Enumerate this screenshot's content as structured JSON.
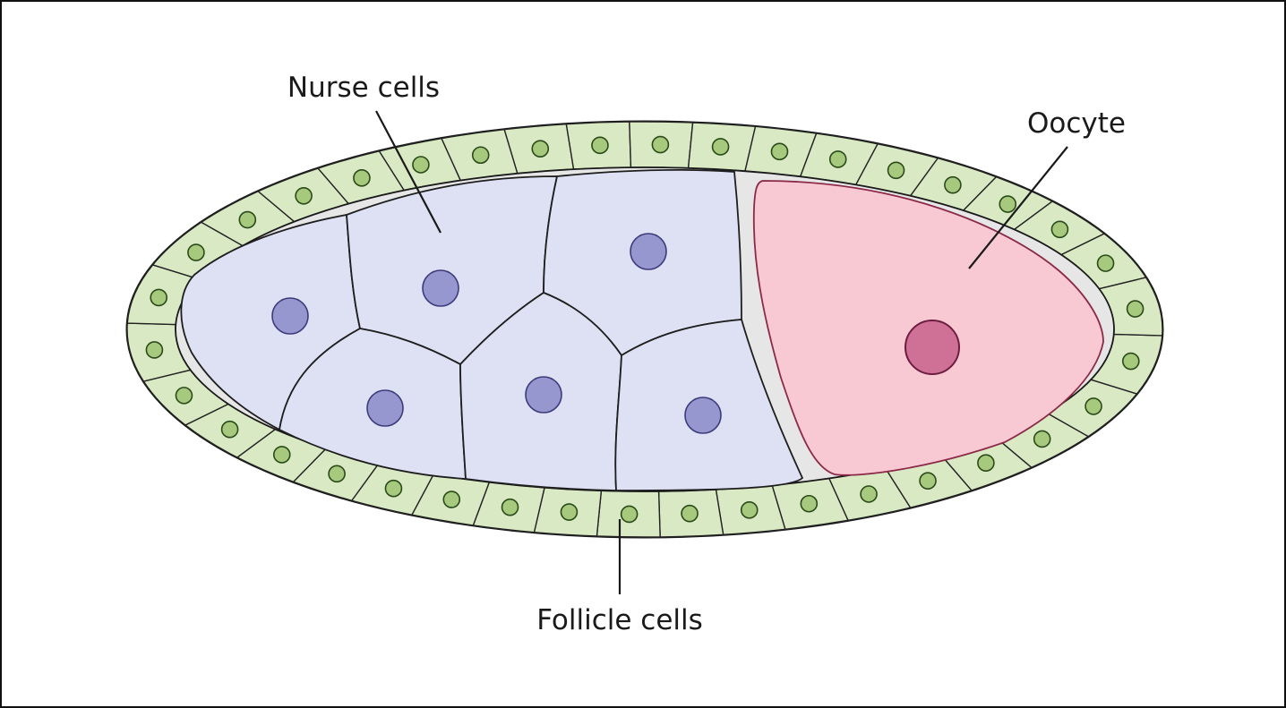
{
  "labels": {
    "nurse": "Nurse cells",
    "oocyte": "Oocyte",
    "follicle": "Follicle cells"
  },
  "colors": {
    "follicle_fill": "#d9e9c3",
    "follicle_nucleus": "#a6c97e",
    "nurse_fill": "#dde1f3",
    "nurse_nucleus": "#9797d0",
    "oocyte_fill": "#f8c9d3",
    "oocyte_nucleus": "#cf7196",
    "interstitial": "#e6e6e6",
    "outline": "#1a1a1a"
  }
}
